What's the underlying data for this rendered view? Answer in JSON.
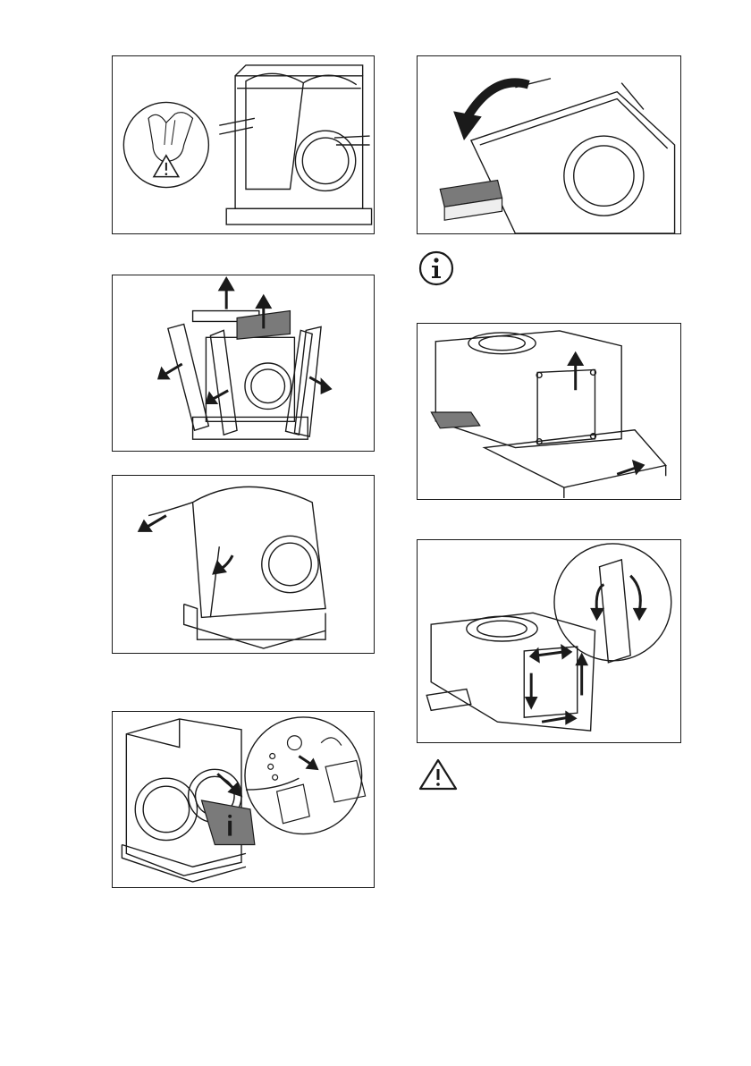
{
  "colors": {
    "line": "#1a1a1a",
    "fill_dark": "#7a7a7a",
    "fill_light": "#eeeeee",
    "paper": "#ffffff"
  },
  "panels": [
    {
      "name": "figure-remove-wrap-with-gloves",
      "icons": [
        "gloves-icon",
        "warning-icon"
      ]
    },
    {
      "name": "figure-tilt-machine-back",
      "icons": [
        "rotate-arrow-icon"
      ]
    },
    {
      "name": "figure-remove-top-packing-and-corners",
      "icons": [
        "arrow-up-icon",
        "arrow-outward-icon"
      ]
    },
    {
      "name": "figure-remove-base-packing",
      "icons": [
        "arrow-up-icon",
        "arrow-outward-icon"
      ]
    },
    {
      "name": "figure-remove-plastic-bag",
      "icons": [
        "arrow-outward-icon"
      ]
    },
    {
      "name": "figure-remove-polystyrene-base",
      "icons": [
        "rotate-arrow-icon"
      ]
    },
    {
      "name": "figure-accessories-in-drum",
      "icons": [
        "info-icon"
      ]
    }
  ],
  "note_icons": [
    "info-icon",
    "warning-icon"
  ]
}
